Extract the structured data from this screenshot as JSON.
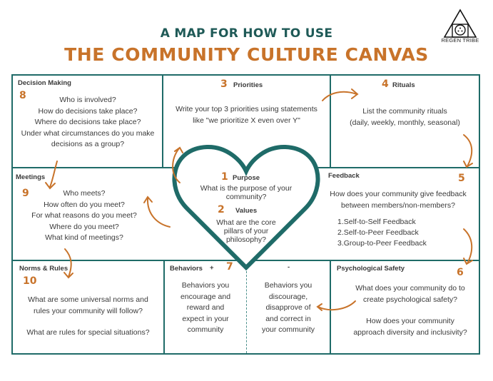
{
  "header": {
    "subtitle": "A MAP FOR HOW TO USE",
    "title": "THE COMMUNITY CULTURE CANVAS",
    "logo_text": "REGEN TRIBE",
    "logo_icon": "triangle-circle-logo-icon"
  },
  "colors": {
    "teal": "#1f6b68",
    "heading_teal": "#1f5a57",
    "orange": "#c8732a",
    "text": "#3a3a3a"
  },
  "cells": {
    "decision_making": {
      "title": "Decision Making",
      "number": "8",
      "lines": [
        "Who is involved?",
        "How do decisions take place?",
        "Where do decisions take place?",
        "Under what circumstances do you make",
        "decisions as a group?"
      ]
    },
    "priorities": {
      "number": "3",
      "title": "Priorities",
      "lines": [
        "Write your top 3 priorities using statements",
        "like \"we prioritize X even over Y\""
      ]
    },
    "rituals": {
      "number": "4",
      "title": "Rituals",
      "lines": [
        "List the community rituals",
        "(daily, weekly, monthly, seasonal)"
      ]
    },
    "meetings": {
      "title": "Meetings",
      "number": "9",
      "lines": [
        "Who meets?",
        "How often do you meet?",
        "For what reasons do you meet?",
        "Where do you meet?",
        "What kind of meetings?"
      ]
    },
    "purpose": {
      "number": "1",
      "title": "Purpose",
      "lines": [
        "What is the purpose of your",
        "community?"
      ]
    },
    "values": {
      "number": "2",
      "title": "Values",
      "lines": [
        "What are the core",
        "pillars of your",
        "philosophy?"
      ]
    },
    "feedback": {
      "title": "Feedback",
      "number": "5",
      "lines": [
        "How does your community give feedback",
        "between members/non-members?"
      ],
      "list": [
        "1.Self-to-Self Feedback",
        "2.Self-to-Peer Feedback",
        "3.Group-to-Peer Feedback"
      ]
    },
    "norms_rules": {
      "title": "Norms & Rules",
      "number": "10",
      "lines": [
        "What are some universal norms and",
        "rules your community will follow?",
        "",
        "What are rules for special situations?"
      ]
    },
    "behaviors": {
      "title": "Behaviors",
      "plus": "+",
      "minus": "-",
      "number": "7",
      "positive_lines": [
        "Behaviors you",
        "encourage and",
        "reward and",
        "expect in your",
        "community"
      ],
      "negative_lines": [
        "Behaviors you",
        "discourage,",
        "disapprove of",
        "and correct in",
        "your community"
      ]
    },
    "psychological_safety": {
      "title": "Psychological Safety",
      "number": "6",
      "lines": [
        "What does your community do to",
        "create psychological safety?",
        "",
        "How does your community",
        "approach diversity and inclusivity?"
      ]
    }
  }
}
